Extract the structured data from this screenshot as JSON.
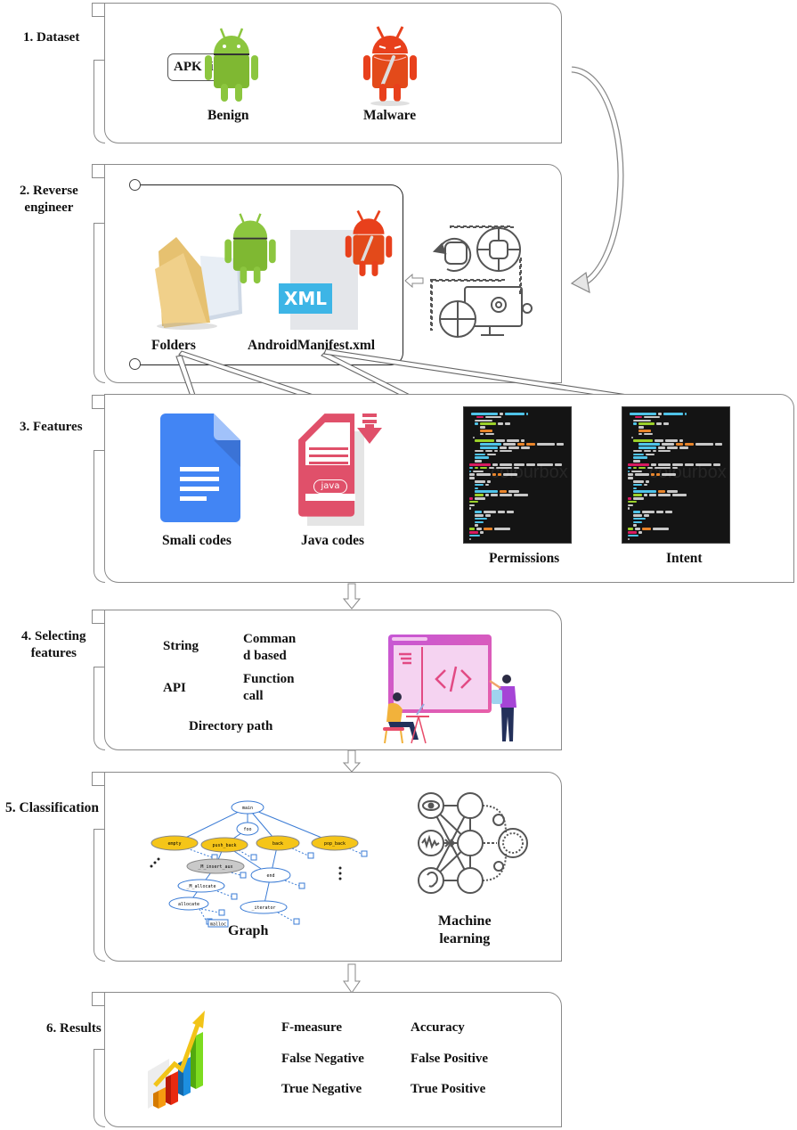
{
  "steps": {
    "dataset": {
      "label": "1. Dataset",
      "apk_label": "APK file",
      "benign_label": "Benign",
      "malware_label": "Malware"
    },
    "reverse": {
      "label_line1": "2. Reverse",
      "label_line2": "engineer",
      "folders_label": "Folders",
      "manifest_label": "AndroidManifest.xml",
      "xml_badge": "XML"
    },
    "features": {
      "label": "3. Features",
      "smali_label": "Smali codes",
      "java_label": "Java codes",
      "java_badge": "java",
      "permissions_label": "Permissions",
      "intent_label": "Intent",
      "watermark": "colourbox"
    },
    "selecting": {
      "label_line1": "4. Selecting",
      "label_line2": "features",
      "items": {
        "string": "String",
        "api": "API",
        "command_line1": "Comman",
        "command_line2": "d based",
        "function_line1": "Function",
        "function_line2": "call",
        "directory": "Directory path"
      }
    },
    "classification": {
      "label": "5. Classification",
      "graph_label": "Graph",
      "ml_label_line1": "Machine",
      "ml_label_line2": "learning",
      "graph_nodes": {
        "main": "main",
        "foo": "foo",
        "empty": "empty",
        "push_back": "push_back",
        "back": "back",
        "pop_back": "pop_back",
        "m_insert_aux": "_M_insert_aux",
        "end": "end",
        "m_allocate": "_M_allocate",
        "allocate": "allocate",
        "iterator": "_iterator",
        "malloc": "malloc"
      }
    },
    "results": {
      "label": "6. Results",
      "metrics": [
        "F-measure",
        "Accuracy",
        "False Negative",
        "False Positive",
        "True Negative",
        "True Positive"
      ]
    }
  },
  "colors": {
    "android_green": "#8cc63f",
    "malware_red": "#e8401c",
    "xml_blue": "#3db5e6",
    "docs_blue": "#4285f4",
    "java_red": "#e0506a",
    "graph_yellow": "#f5c518",
    "graph_edge": "#3a7bd5"
  }
}
